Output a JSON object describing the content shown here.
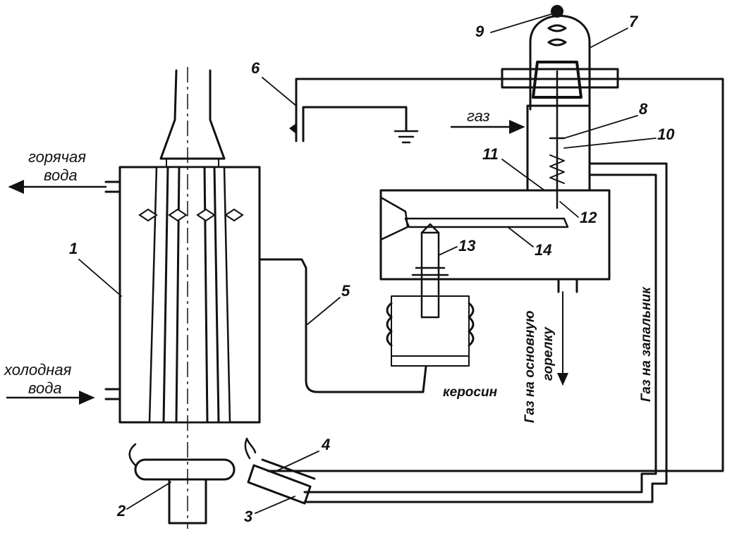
{
  "labels": {
    "hot_water": [
      "горячая",
      "вода"
    ],
    "cold_water": [
      "холодная",
      "вода"
    ],
    "gas_in": "газ",
    "kerosene": "керосин",
    "to_main_burner": [
      "Газ на основную",
      "горелку"
    ],
    "to_pilot": "Газ на запальник"
  },
  "part_numbers": [
    "1",
    "2",
    "3",
    "4",
    "5",
    "6",
    "7",
    "8",
    "9",
    "10",
    "11",
    "12",
    "13",
    "14"
  ]
}
